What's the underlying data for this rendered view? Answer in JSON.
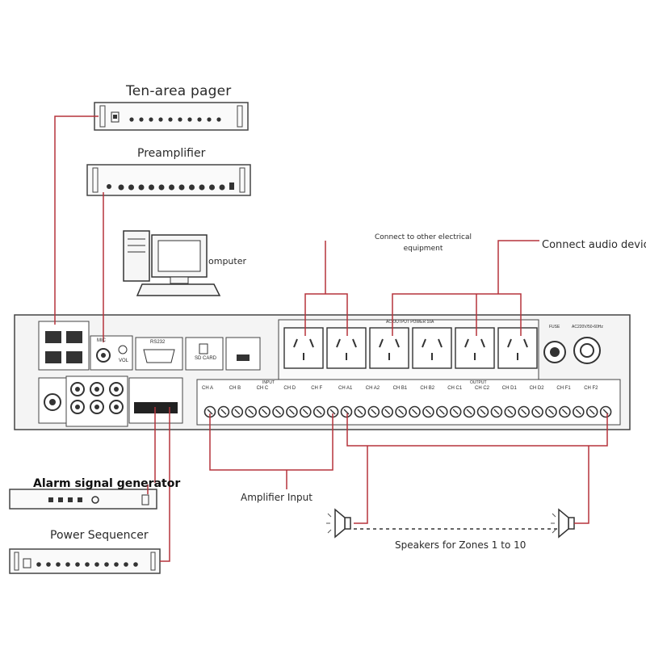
{
  "labels": {
    "pager": "Ten-area pager",
    "preamp": "Preamplifier",
    "computer": "omputer",
    "electrical_line1": "Connect to other electrical",
    "electrical_line2": "equipment",
    "audio_device": "Connect audio device",
    "alarm": "Alarm signal generator",
    "sequencer": "Power Sequencer",
    "amp_input": "Amplifier Input",
    "speakers": "Speakers for Zones 1 to 10"
  },
  "panel": {
    "rs232": "RS232",
    "sd_card": "SD CARD",
    "mic": "MIC",
    "vol": "VOL",
    "input": "INPUT",
    "output": "OUTPUT",
    "ac_outlet_title": "AC OUTPUT POWER 10A",
    "fuse": "FUSE",
    "ac_in": "AC220V/50-60Hz",
    "input_channels": [
      "CH A",
      "CH B",
      "CH C",
      "CH D",
      "CH F"
    ],
    "output_channels": [
      "CH A1",
      "CH A2",
      "CH B1",
      "CH B2",
      "CH C1",
      "CH C2",
      "CH D1",
      "CH D2",
      "CH F1",
      "CH F2"
    ]
  },
  "colors": {
    "wire": "#b5333b",
    "device_stroke": "#333333",
    "panel_fill": "#f4f4f4"
  }
}
